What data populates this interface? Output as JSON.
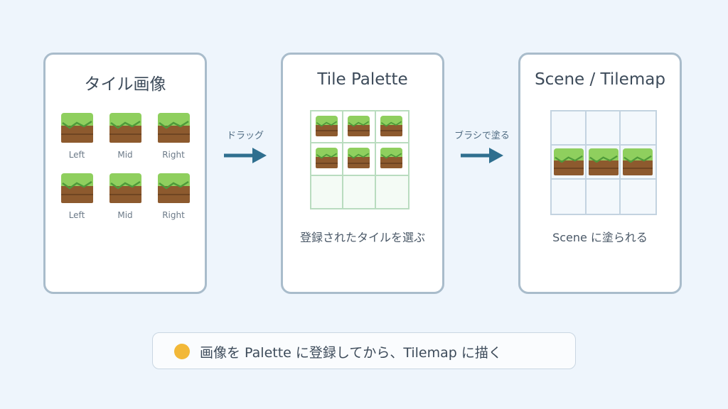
{
  "panels": {
    "images": {
      "title": "タイル画像",
      "labels": [
        "Left",
        "Mid",
        "Right",
        "Left",
        "Mid",
        "Right"
      ]
    },
    "palette": {
      "title": "Tile Palette",
      "caption": "登録されたタイルを選ぶ"
    },
    "scene": {
      "title": "Scene / Tilemap",
      "caption": "Scene に塗られる"
    }
  },
  "arrows": {
    "drag": "ドラッグ",
    "brush": "ブラシで塗る"
  },
  "footer": {
    "text": "画像を Palette に登録してから、Tilemap に描く"
  },
  "colors": {
    "grass": "#8fcf5e",
    "dirt": "#8d5a2e",
    "arrow": "#2f6f8f",
    "accent_dot": "#f2b838",
    "palette_grid": "#b9dcbf",
    "scene_grid": "#c3d3e0"
  }
}
